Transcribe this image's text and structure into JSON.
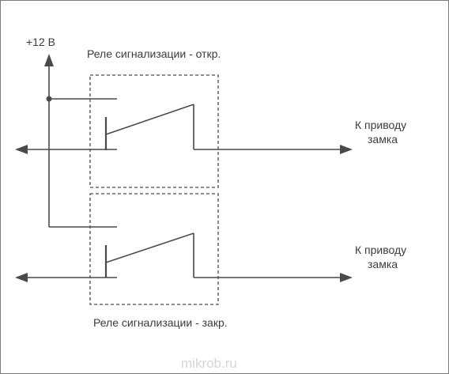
{
  "supply": {
    "label": "+12 В"
  },
  "relays": [
    {
      "title": "Реле сигнализации  - откр.",
      "output_line1": "К приводу",
      "output_line2": "замка"
    },
    {
      "title": "Реле сигнализации  - закр.",
      "output_line1": "К приводу",
      "output_line2": "замка"
    }
  ],
  "watermark": "mikrob.ru",
  "colors": {
    "line": "#4a4a4a",
    "text": "#3c3c3c",
    "watermark": "#d6d6d6",
    "border": "#7a7a7a"
  }
}
